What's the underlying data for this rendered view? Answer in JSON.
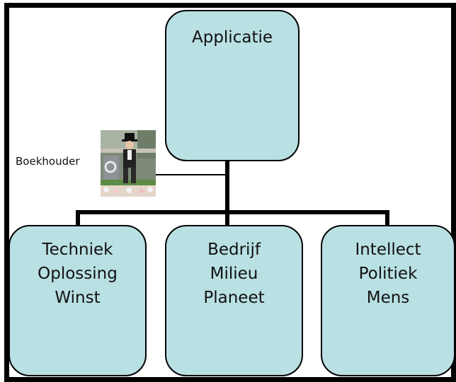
{
  "diagram": {
    "top_box": {
      "lines": [
        "Applicatie"
      ]
    },
    "children": [
      {
        "lines": [
          "Techniek",
          "Oplossing",
          "Winst"
        ]
      },
      {
        "lines": [
          "Bedrijf",
          "Milieu",
          "Planeet"
        ]
      },
      {
        "lines": [
          "Intellect",
          "Politiek",
          "Mens"
        ]
      }
    ],
    "side_label": "Boekhouder"
  },
  "colors": {
    "box_fill": "#b9e0e3",
    "line": "#000000"
  }
}
